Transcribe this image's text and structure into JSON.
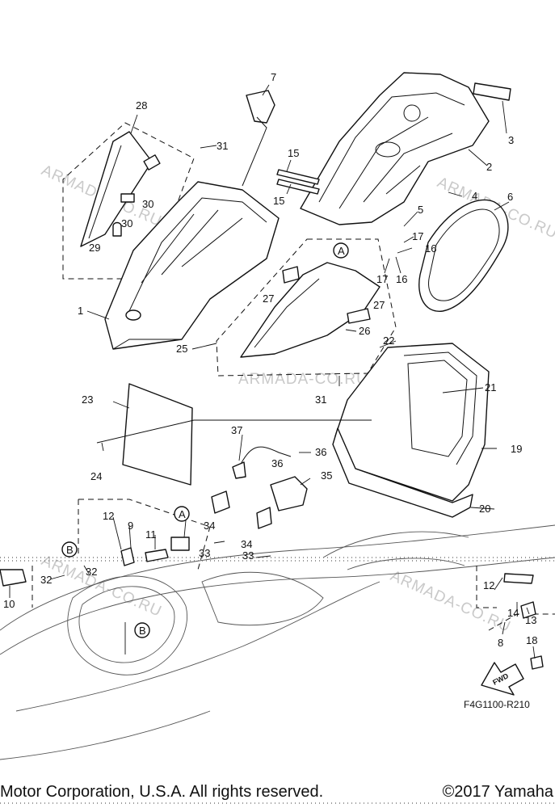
{
  "callouts": {
    "c1": "1",
    "c2": "2",
    "c3": "3",
    "c4": "4",
    "c5": "5",
    "c6": "6",
    "c7": "7",
    "c8": "8",
    "c9": "9",
    "c10": "10",
    "c11": "11",
    "c12a": "12",
    "c12b": "12",
    "c13": "13",
    "c14": "14",
    "c15a": "15",
    "c15b": "15",
    "c16a": "16",
    "c16b": "16",
    "c17a": "17",
    "c17b": "17",
    "c18": "18",
    "c19": "19",
    "c20": "20",
    "c21": "21",
    "c22": "22",
    "c23": "23",
    "c24": "24",
    "c25": "25",
    "c26": "26",
    "c27a": "27",
    "c27b": "27",
    "c28": "28",
    "c29": "29",
    "c30a": "30",
    "c30b": "30",
    "c31a": "31",
    "c31b": "31",
    "c32a": "32",
    "c32b": "32",
    "c33a": "33",
    "c33b": "33",
    "c34a": "34",
    "c34b": "34",
    "c35": "35",
    "c36a": "36",
    "c36b": "36",
    "c37": "37"
  },
  "ref_marks": {
    "a1": "A",
    "a2": "A",
    "b1": "B",
    "b2": "B"
  },
  "fwd_label": "FWD",
  "diagram_code": "F4G1100-R210",
  "watermark": "ARMADA-CO.RU",
  "footer": {
    "left": "Motor Corporation, U.S.A. All rights reserved.",
    "right": "©2017 Yamaha"
  }
}
